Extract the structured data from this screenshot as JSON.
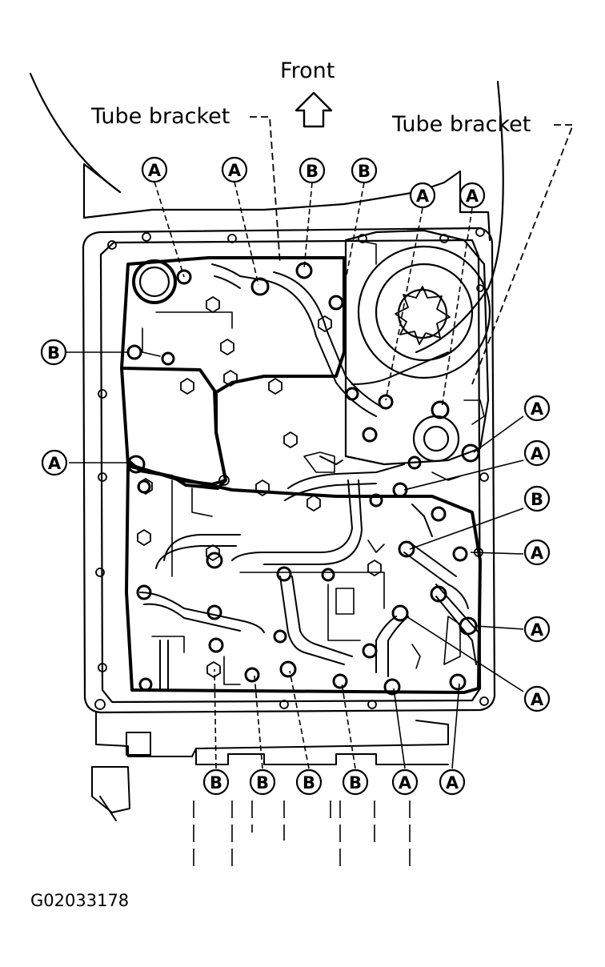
{
  "labels": {
    "front": "Front",
    "tube_bracket_left": "Tube bracket",
    "tube_bracket_right": "Tube bracket",
    "figure_id": "G02033178"
  },
  "callouts": [
    {
      "id": "c1",
      "letter": "A"
    },
    {
      "id": "c2",
      "letter": "A"
    },
    {
      "id": "c3",
      "letter": "B"
    },
    {
      "id": "c4",
      "letter": "B"
    },
    {
      "id": "c5",
      "letter": "A"
    },
    {
      "id": "c6",
      "letter": "A"
    },
    {
      "id": "c7",
      "letter": "B"
    },
    {
      "id": "c8",
      "letter": "A"
    },
    {
      "id": "c9",
      "letter": "A"
    },
    {
      "id": "c10",
      "letter": "A"
    },
    {
      "id": "c11",
      "letter": "B"
    },
    {
      "id": "c12",
      "letter": "A"
    },
    {
      "id": "c13",
      "letter": "A"
    },
    {
      "id": "c14",
      "letter": "A"
    },
    {
      "id": "c15",
      "letter": "B"
    },
    {
      "id": "c16",
      "letter": "B"
    },
    {
      "id": "c17",
      "letter": "B"
    },
    {
      "id": "c18",
      "letter": "B"
    },
    {
      "id": "c19",
      "letter": "A"
    },
    {
      "id": "c20",
      "letter": "A"
    }
  ],
  "colors": {
    "ink": "#000000",
    "paper": "#ffffff"
  }
}
